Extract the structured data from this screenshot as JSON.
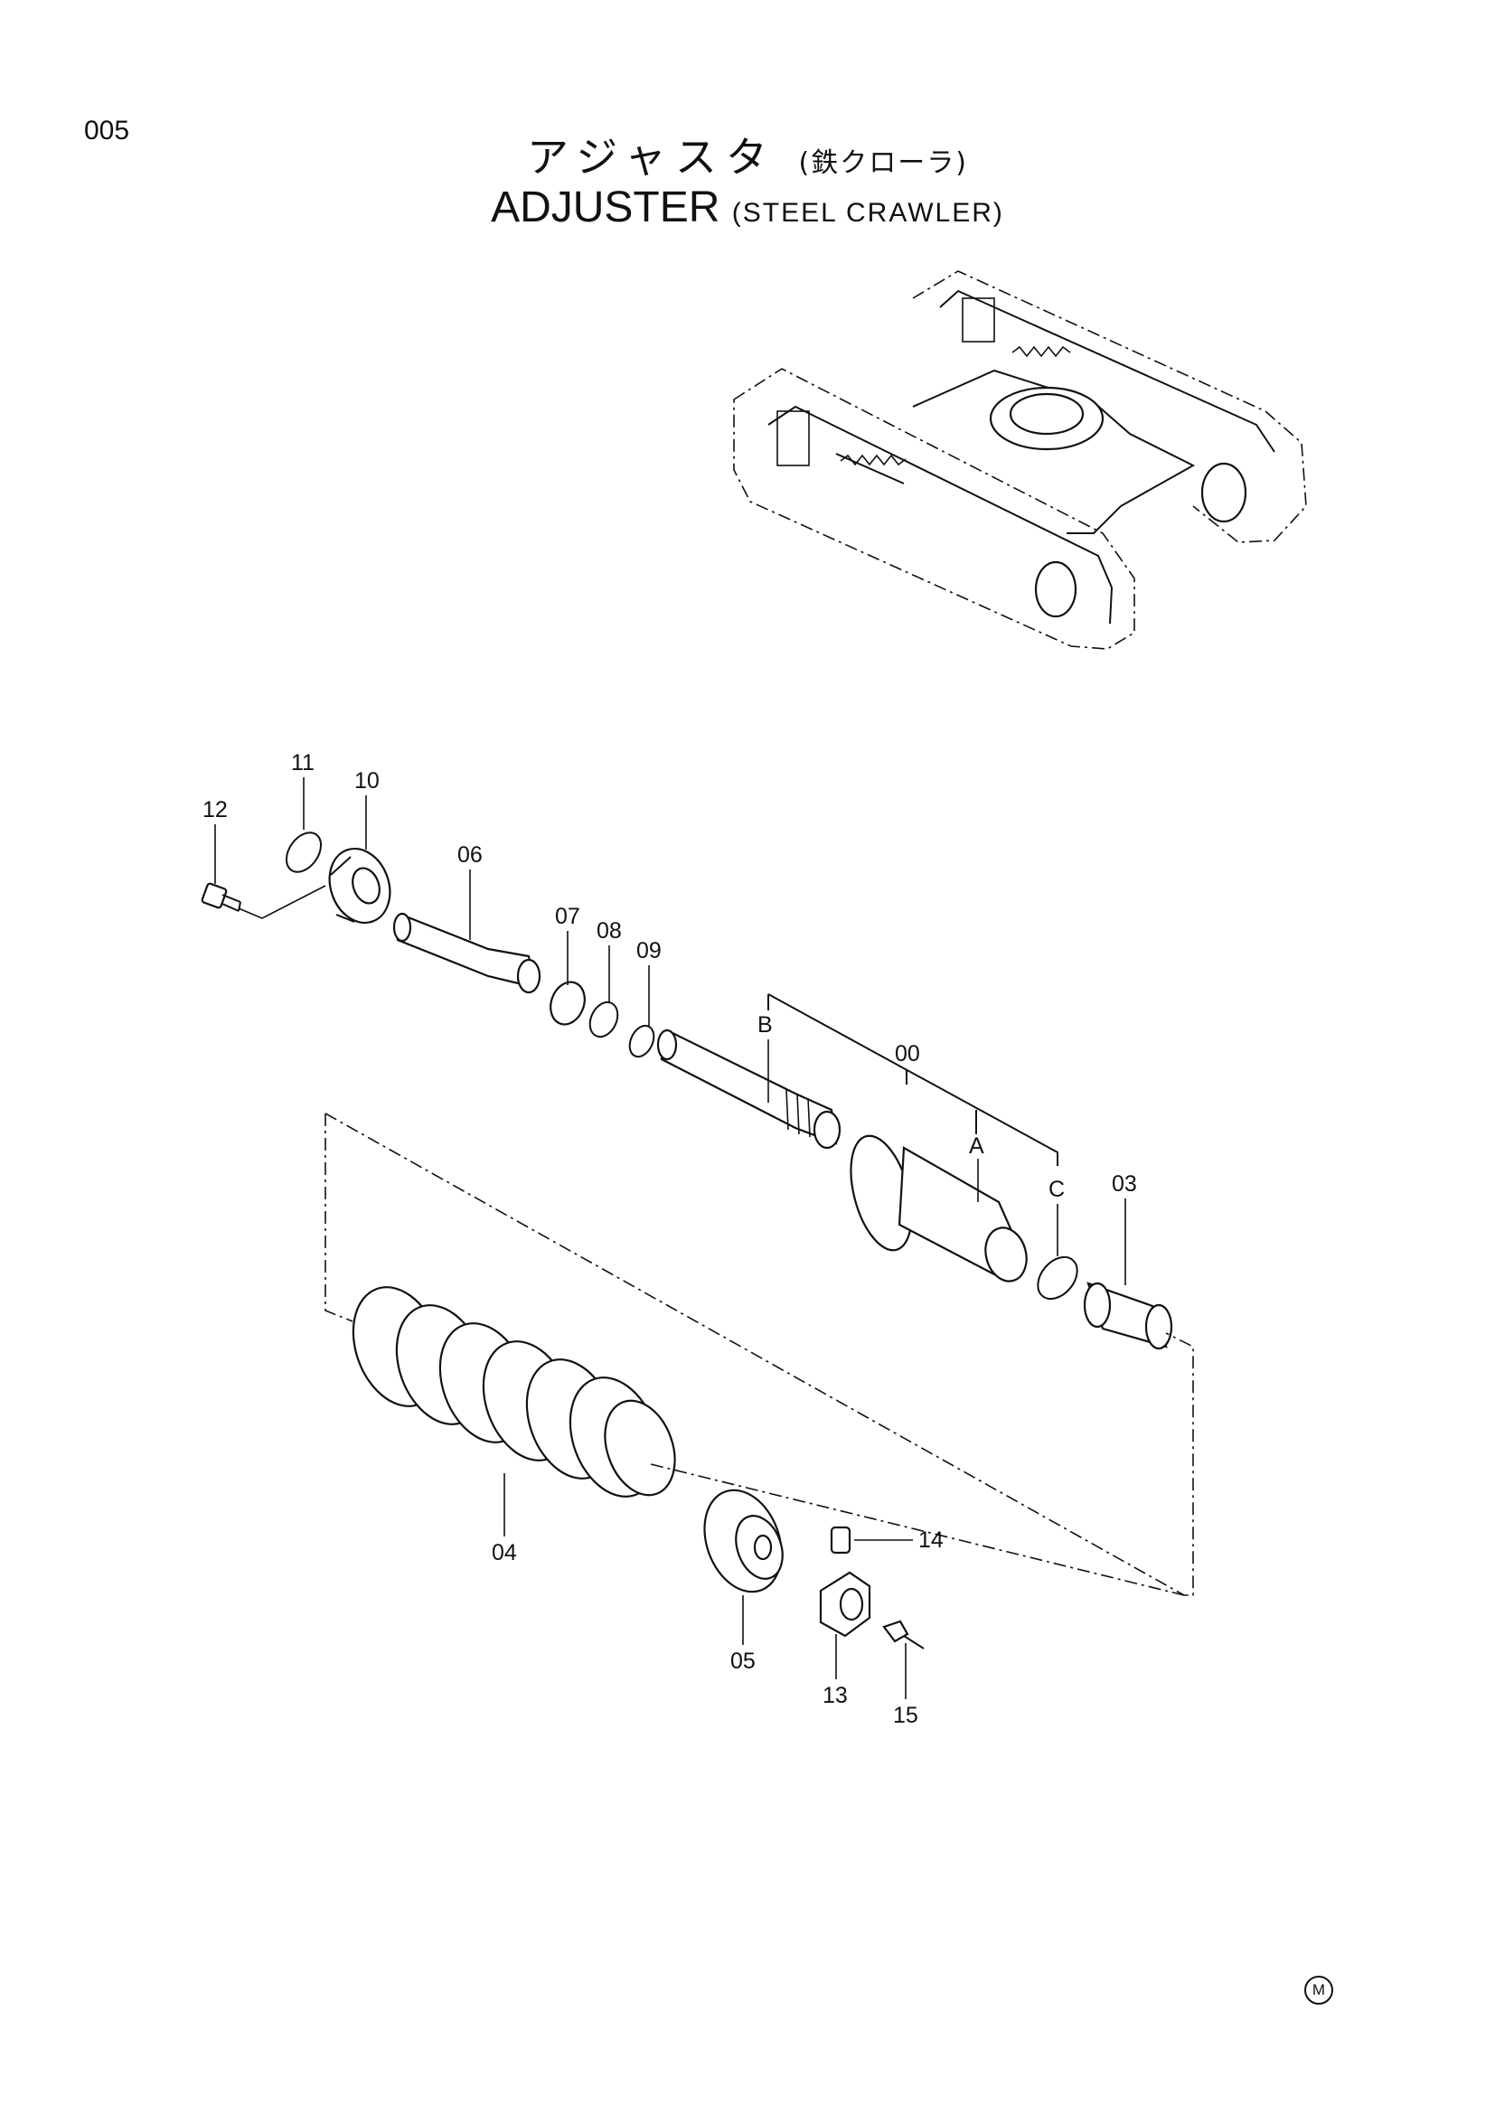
{
  "header": {
    "page_number": "005",
    "title_jp_main": "アジャスタ",
    "title_jp_sub": "(鉄クローラ)",
    "title_en_main": "ADJUSTER",
    "title_en_sub": "(STEEL CRAWLER)"
  },
  "callouts": {
    "c00": "00",
    "cA": "A",
    "cB": "B",
    "cC": "C",
    "c03": "03",
    "c04": "04",
    "c05": "05",
    "c06": "06",
    "c07": "07",
    "c08": "08",
    "c09": "09",
    "c10": "10",
    "c11": "11",
    "c12": "12",
    "c13": "13",
    "c14": "14",
    "c15": "15"
  },
  "footer": {
    "mark": "M"
  }
}
